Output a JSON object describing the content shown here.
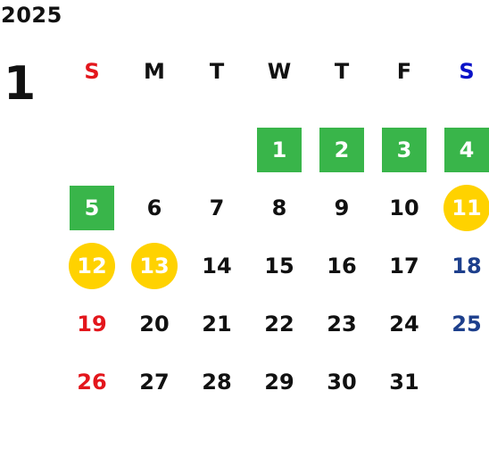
{
  "year": "2025",
  "month": "1",
  "colors": {
    "default": "#111111",
    "sunday": "#e3161c",
    "saturday": "#0a12c8",
    "holiday_text": "#e3161c",
    "saturday_date": "#1d3f8c",
    "green_box": "#39b54a",
    "yellow_circle": "#ffd200",
    "marked_text": "#ffffff"
  },
  "weekdays": [
    "S",
    "M",
    "T",
    "W",
    "T",
    "F",
    "S"
  ],
  "weeks": [
    [
      {
        "day": ""
      },
      {
        "day": ""
      },
      {
        "day": ""
      },
      {
        "day": "1",
        "mark": "green"
      },
      {
        "day": "2",
        "mark": "green"
      },
      {
        "day": "3",
        "mark": "green"
      },
      {
        "day": "4",
        "mark": "green"
      }
    ],
    [
      {
        "day": "5",
        "mark": "green"
      },
      {
        "day": "6"
      },
      {
        "day": "7"
      },
      {
        "day": "8"
      },
      {
        "day": "9"
      },
      {
        "day": "10"
      },
      {
        "day": "11",
        "mark": "yellow"
      }
    ],
    [
      {
        "day": "12",
        "mark": "yellow"
      },
      {
        "day": "13",
        "mark": "yellow"
      },
      {
        "day": "14"
      },
      {
        "day": "15"
      },
      {
        "day": "16"
      },
      {
        "day": "17"
      },
      {
        "day": "18",
        "color": "saturday"
      }
    ],
    [
      {
        "day": "19",
        "color": "sunday"
      },
      {
        "day": "20"
      },
      {
        "day": "21"
      },
      {
        "day": "22"
      },
      {
        "day": "23"
      },
      {
        "day": "24"
      },
      {
        "day": "25",
        "color": "saturday"
      }
    ],
    [
      {
        "day": "26",
        "color": "sunday"
      },
      {
        "day": "27"
      },
      {
        "day": "28"
      },
      {
        "day": "29"
      },
      {
        "day": "30"
      },
      {
        "day": "31"
      },
      {
        "day": ""
      }
    ]
  ]
}
